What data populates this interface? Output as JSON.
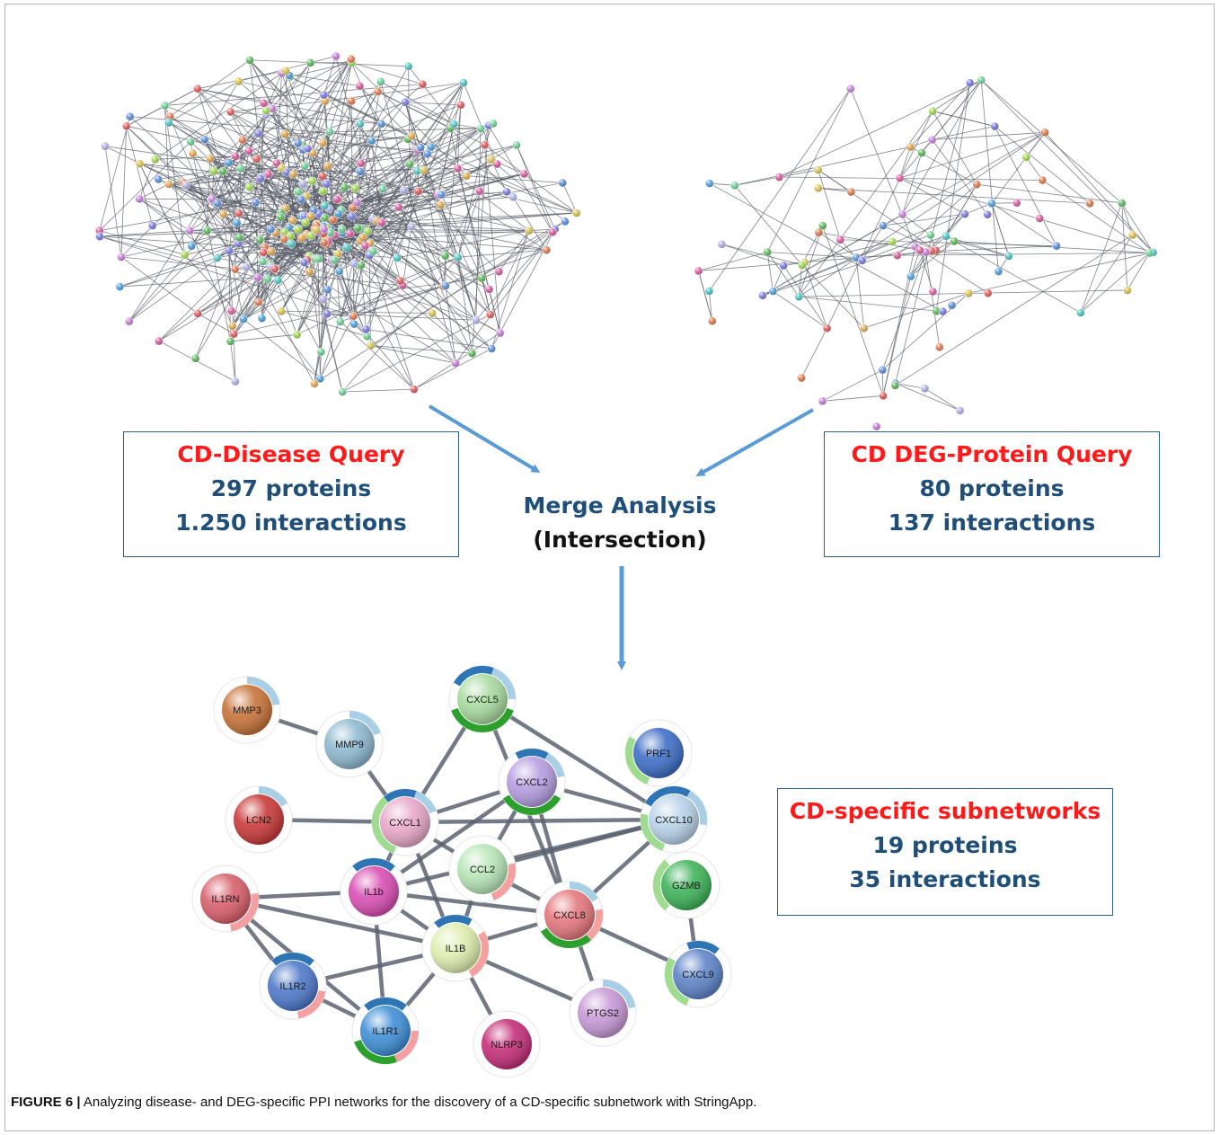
{
  "left_query": {
    "title": "CD-Disease Query",
    "proteins": "297 proteins",
    "interactions": "1.250 interactions"
  },
  "right_query": {
    "title": "CD DEG-Protein Query",
    "proteins": "80 proteins",
    "interactions": "137 interactions"
  },
  "merge": {
    "line1": "Merge Analysis",
    "line2": "(Intersection)"
  },
  "result": {
    "title": "CD-specific subnetworks",
    "proteins": "19 proteins",
    "interactions": "35 interactions"
  },
  "caption": {
    "label": "FIGURE 6 |",
    "text": " Analyzing disease- and DEG-specific PPI networks for the discovery of a CD-specific subnetwork with StringApp."
  },
  "subnetwork": {
    "nodes": [
      {
        "id": "MMP3",
        "color": "#c8743a"
      },
      {
        "id": "MMP9",
        "color": "#8fb9d0"
      },
      {
        "id": "CXCL5",
        "color": "#a9dba0"
      },
      {
        "id": "PRF1",
        "color": "#3f6fc6"
      },
      {
        "id": "LCN2",
        "color": "#c93a3a"
      },
      {
        "id": "CXCL1",
        "color": "#e8a9c9"
      },
      {
        "id": "CXCL2",
        "color": "#b69ee0"
      },
      {
        "id": "CXCL10",
        "color": "#b9d3ea"
      },
      {
        "id": "CCL2",
        "color": "#b8e6b8"
      },
      {
        "id": "IL1RN",
        "color": "#d9606b"
      },
      {
        "id": "IL1B_a",
        "label": "IL1b",
        "color": "#d94fb3"
      },
      {
        "id": "GZMB",
        "color": "#3fb35a"
      },
      {
        "id": "CXCL8",
        "color": "#e5787e"
      },
      {
        "id": "IL1B",
        "color": "#dfeeb0"
      },
      {
        "id": "IL1R2",
        "color": "#4f79c9"
      },
      {
        "id": "CXCL9",
        "color": "#5f84c9"
      },
      {
        "id": "PTGS2",
        "color": "#c79ad6"
      },
      {
        "id": "IL1R1",
        "color": "#3f8fd6"
      },
      {
        "id": "NLRP3",
        "color": "#c42f79"
      }
    ]
  },
  "colors": {
    "arrow": "#5b9bd5",
    "box_border": "#2f5f86",
    "title_red": "#ff1a1a",
    "navy": "#1f4e79",
    "ring_blue": "#2e75b6",
    "ring_light": "#a8cfe6",
    "ring_green": "#2ca02c",
    "ring_lightgreen": "#9fdc8f",
    "ring_salmon": "#f4a0a0",
    "edge": "#5a6270"
  }
}
